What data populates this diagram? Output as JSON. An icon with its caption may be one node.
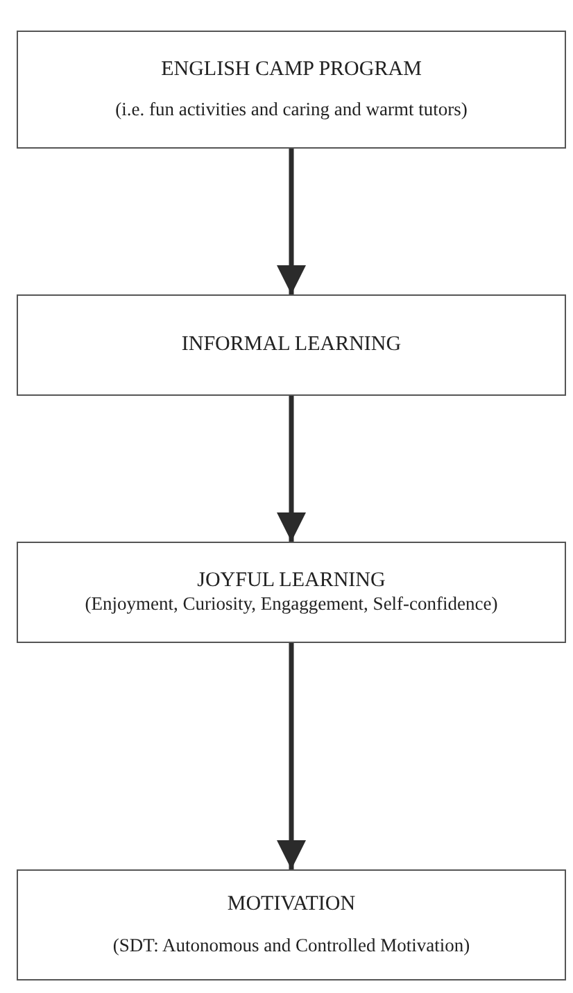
{
  "diagram": {
    "nodes": [
      {
        "text": [
          "ENGLISH CAMP PROGRAM",
          "(i.e. fun activities and caring and warmt tutors)"
        ]
      },
      {
        "text": [
          "INFORMAL LEARNING"
        ]
      },
      {
        "text": [
          "JOYFUL LEARNING",
          "(Enjoyment, Curiosity, Engaggement, Self-confidence)"
        ]
      },
      {
        "text": [
          "MOTIVATION",
          "(SDT: Autonomous and Controlled Motivation)"
        ]
      }
    ],
    "edges": [
      {
        "from": 0,
        "to": 1,
        "arrow": "to"
      },
      {
        "from": 1,
        "to": 2,
        "arrow": "to"
      },
      {
        "from": 2,
        "to": 3,
        "arrow": "to"
      }
    ]
  }
}
